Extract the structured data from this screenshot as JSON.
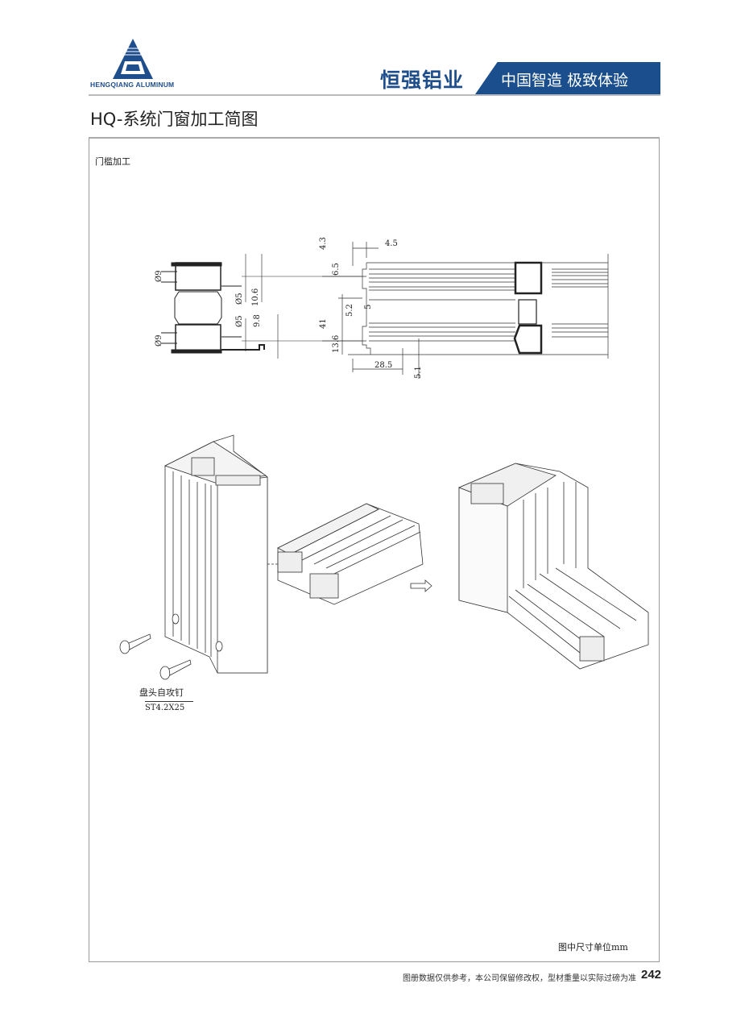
{
  "header": {
    "logo_text": "HENGQIANG ALUMINUM",
    "brand": "恒强铝业",
    "slogan": "中国智造 极致体验",
    "accent_color": "#1a4e8c"
  },
  "page_title": "HQ-系统门窗加工简图",
  "section_label": "门槛加工",
  "dimensions": {
    "d9_top": "Ø9",
    "d5_top": "Ø5",
    "h10_6": "10.6",
    "d5_bottom": "Ø5",
    "h9_8": "9.8",
    "d9_bottom": "Ø9",
    "h4_3": "4.3",
    "w4_5": "4.5",
    "h6_5": "6.5",
    "h5_2": "5.2",
    "w5": "5",
    "h41": "41",
    "h13_6": "13.6",
    "w28_5": "28.5",
    "h5_1": "5.1"
  },
  "screw": {
    "name": "盘头自攻钉",
    "spec": "ST4.2X25"
  },
  "unit_note": "图中尺寸单位mm",
  "footer": {
    "disclaimer": "图册数据仅供参考，本公司保留修改权，型材重量以实际过磅为准",
    "page_number": "242"
  }
}
